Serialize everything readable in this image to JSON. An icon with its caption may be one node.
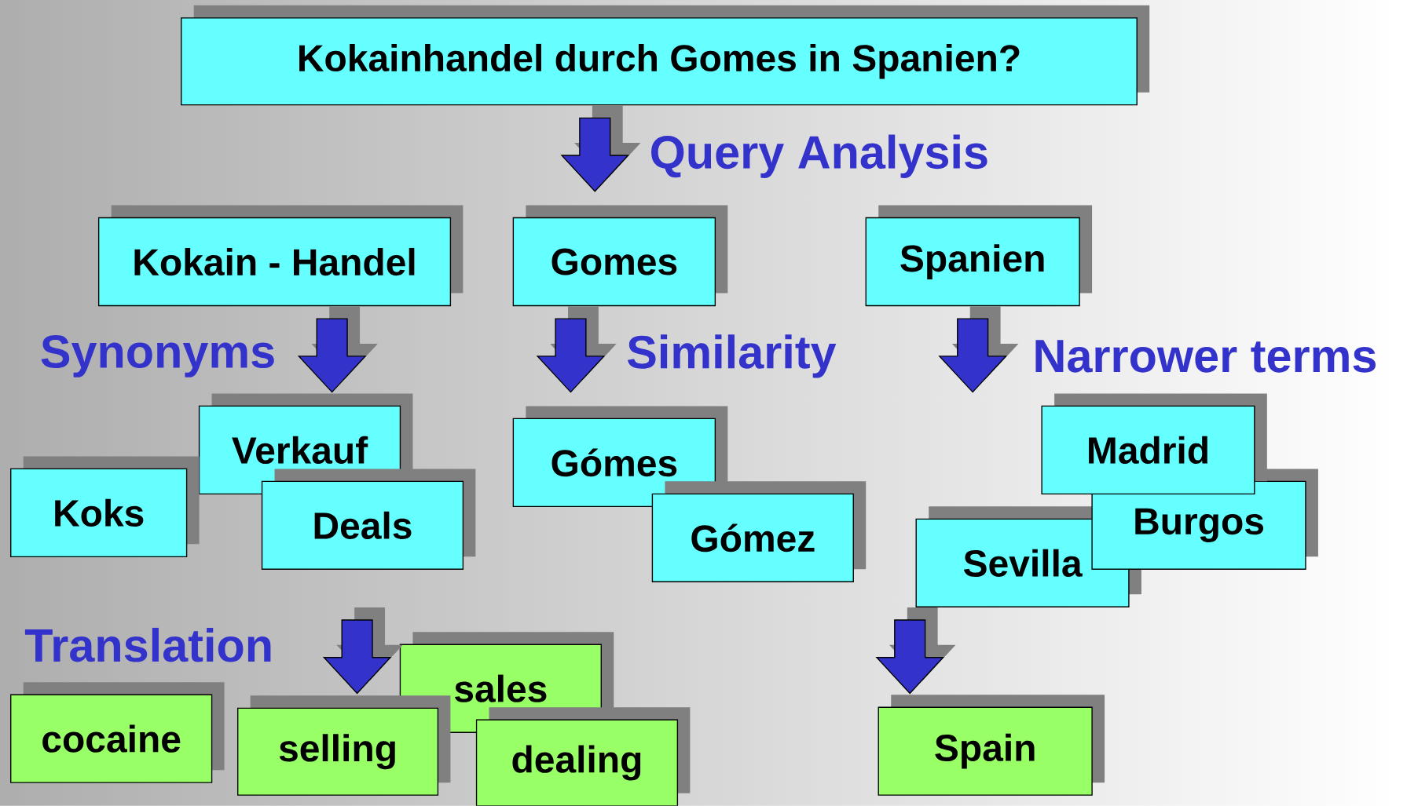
{
  "diagram": {
    "nodes": [
      {
        "text": [
          "Kokainhandel durch Gomes in Spanien?"
        ]
      },
      {
        "text": [
          "Kokain - Handel"
        ]
      },
      {
        "text": [
          "Gomes"
        ]
      },
      {
        "text": [
          "Spanien"
        ]
      },
      {
        "text": [
          "Verkauf"
        ]
      },
      {
        "text": [
          "Koks"
        ]
      },
      {
        "text": [
          "Deals"
        ]
      },
      {
        "text": [
          "Gómes"
        ]
      },
      {
        "text": [
          "Gómez"
        ]
      },
      {
        "text": [
          "Madrid"
        ]
      },
      {
        "text": [
          "Burgos"
        ]
      },
      {
        "text": [
          "Sevilla"
        ]
      },
      {
        "text": [
          "cocaine"
        ]
      },
      {
        "text": [
          "selling"
        ]
      },
      {
        "text": [
          "sales"
        ]
      },
      {
        "text": [
          "dealing"
        ]
      },
      {
        "text": [
          "Spain"
        ]
      }
    ],
    "edges": [
      {
        "from": 0,
        "to": 2,
        "arrow": "to",
        "label": "Query Analysis"
      },
      {
        "from": 1,
        "to": 4,
        "arrow": "to",
        "label": "Synonyms"
      },
      {
        "from": 2,
        "to": 7,
        "arrow": "to",
        "label": "Similarity"
      },
      {
        "from": 3,
        "to": 9,
        "arrow": "to",
        "label": "Narrower terms"
      },
      {
        "from": 6,
        "to": 13,
        "arrow": "to",
        "label": "Translation"
      },
      {
        "from": 11,
        "to": 16,
        "arrow": "to"
      }
    ]
  }
}
